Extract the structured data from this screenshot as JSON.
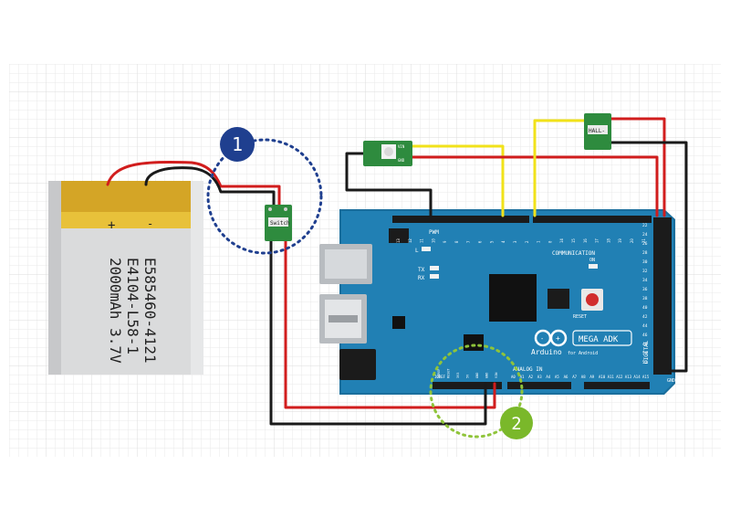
{
  "battery": {
    "line1": "E585460-4121",
    "line2": "E4104-L58-1",
    "line3": "2000mAh 3.7V",
    "minus": "-",
    "plus": "+"
  },
  "switch": {
    "label": "Switch"
  },
  "led_module": {
    "pin_a": "VIN",
    "pin_b": "GND"
  },
  "hall_sensor": {
    "label": "HALL-"
  },
  "board": {
    "brand": "Arduino",
    "brand_sub": "for Android",
    "model": "MEGA ADK",
    "pwm": "PWM",
    "communication": "COMMUNICATION",
    "digital": "DIGITAL",
    "analog_in": "ANALOG IN",
    "on": "ON",
    "tx": "TX",
    "rx": "RX",
    "l": "L",
    "reset": "RESET",
    "gnd": "GND",
    "ioref": "IOREF",
    "top_pins": [
      "13",
      "12",
      "11",
      "10",
      "9",
      "8",
      "7",
      "6",
      "5",
      "4",
      "3",
      "2",
      "1",
      "0",
      "14",
      "15",
      "16",
      "17",
      "18",
      "19",
      "20",
      "21"
    ],
    "analog_pins": [
      "A0",
      "A1",
      "A2",
      "A3",
      "A4",
      "A5",
      "A6",
      "A7",
      "A8",
      "A9",
      "A10",
      "A11",
      "A12",
      "A13",
      "A14",
      "A15"
    ],
    "power_pins": [
      "IOREF",
      "RESET",
      "3V3",
      "5V",
      "GND",
      "GND",
      "VIN"
    ],
    "digital_pins": [
      "22",
      "24",
      "26",
      "28",
      "30",
      "32",
      "34",
      "36",
      "38",
      "40",
      "42",
      "44",
      "46",
      "48",
      "50",
      "52"
    ]
  },
  "callouts": [
    {
      "number": "1",
      "color": "#1f3f8f",
      "ring": "#1f3f8f"
    },
    {
      "number": "2",
      "color": "#7ab82a",
      "ring": "#8fc43a"
    }
  ],
  "wire_colors": {
    "red": "#d11d1d",
    "black": "#1a1a1a",
    "yellow": "#f1e21a"
  }
}
